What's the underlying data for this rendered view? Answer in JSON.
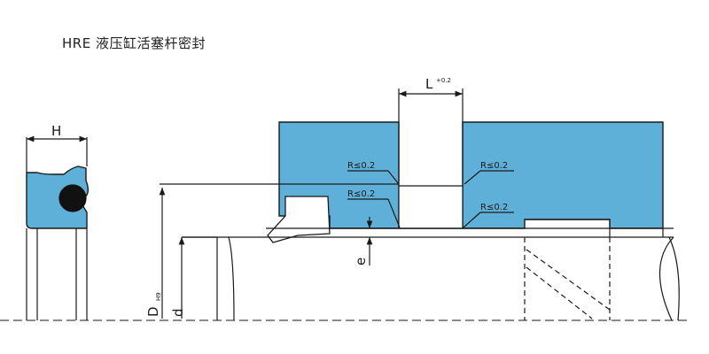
{
  "title": "HRE 液压缸活塞杆密封",
  "colors": {
    "seal_fill": "#5fb0d9",
    "outline": "#1a1a1a",
    "oring": "#111111"
  },
  "labels": {
    "H": "H",
    "L": "L",
    "L_tol": "+0.2",
    "D": "D",
    "D_tol": "H9",
    "d": "d",
    "phi": "e",
    "radius_1": "R≤0.2",
    "radius_2": "R≤0.2",
    "radius_3": "R≤0.2",
    "radius_4": "R≤0.2"
  }
}
